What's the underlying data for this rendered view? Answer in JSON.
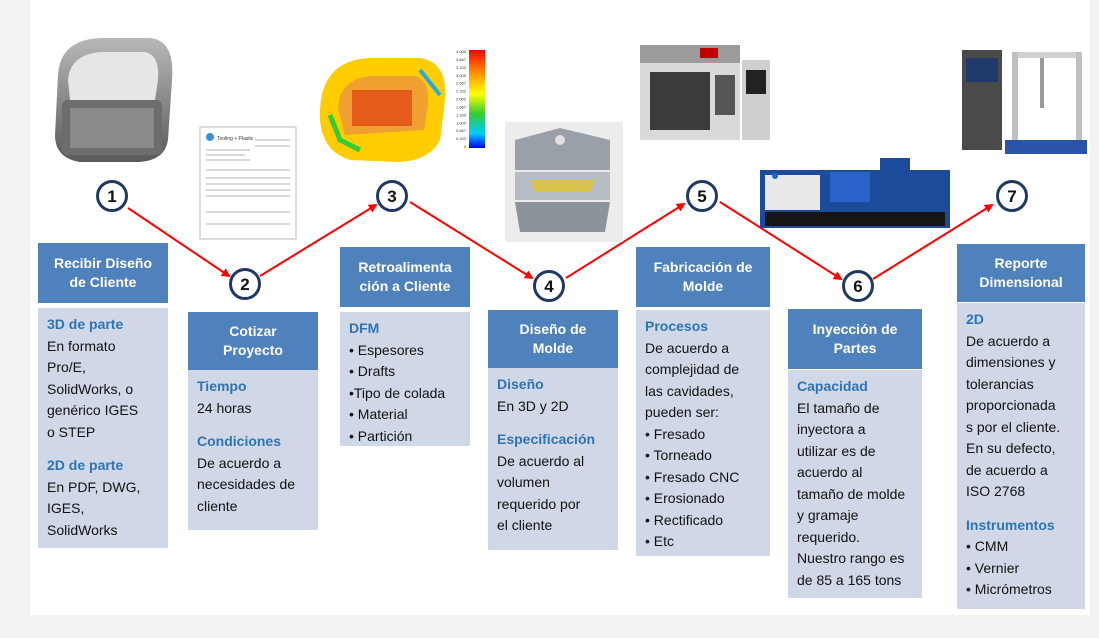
{
  "steps": [
    {
      "num": "1",
      "title": "Recibir Diseño\nde Cliente",
      "blocks": [
        {
          "heading": "3D de parte",
          "lines": [
            "En formato",
            "Pro/E,",
            "SolidWorks, o",
            "genérico IGES",
            "o STEP"
          ]
        },
        {
          "heading": "2D de parte",
          "lines": [
            "En PDF, DWG,",
            "IGES,",
            "SolidWorks"
          ]
        }
      ]
    },
    {
      "num": "2",
      "title": "Cotizar\nProyecto",
      "blocks": [
        {
          "heading": "Tiempo",
          "lines": [
            "24 horas"
          ]
        },
        {
          "heading": "Condiciones",
          "lines": [
            "De acuerdo a",
            "necesidades de",
            "cliente"
          ]
        }
      ]
    },
    {
      "num": "3",
      "title": "Retroalimenta\nción a Cliente",
      "blocks": [
        {
          "heading": "DFM",
          "lines": [
            "• Espesores",
            "• Drafts",
            "•Tipo de colada",
            "• Material",
            "• Partición"
          ]
        }
      ]
    },
    {
      "num": "4",
      "title": "Diseño de\nMolde",
      "blocks": [
        {
          "heading": "Diseño",
          "lines": [
            "En 3D y 2D"
          ]
        },
        {
          "heading": "Especificación",
          "lines": [
            "De acuerdo al",
            "volumen",
            "requerido por",
            "el cliente"
          ]
        }
      ]
    },
    {
      "num": "5",
      "title": "Fabricación de\nMolde",
      "blocks": [
        {
          "heading": "Procesos",
          "lines": [
            "De acuerdo a",
            "complejidad de",
            "las cavidades,",
            "pueden ser:",
            "• Fresado",
            "• Torneado",
            "• Fresado CNC",
            "• Erosionado",
            "• Rectificado",
            "• Etc"
          ]
        }
      ]
    },
    {
      "num": "6",
      "title": "Inyección de\nPartes",
      "blocks": [
        {
          "heading": "Capacidad",
          "lines": [
            "El tamaño de",
            "inyectora a",
            "utilizar es de",
            "acuerdo al",
            "tamaño de molde",
            "y gramaje",
            "requerido.",
            "Nuestro rango es",
            "de 85 a 165 tons"
          ]
        }
      ]
    },
    {
      "num": "7",
      "title": "Reporte\nDimensional",
      "blocks": [
        {
          "heading": "2D",
          "lines": [
            "De acuerdo a",
            "dimensiones y",
            "tolerancias",
            "proporcionada",
            "s por el cliente.",
            "En su defecto,",
            "de acuerdo a",
            "ISO 2768"
          ]
        },
        {
          "heading": "Instrumentos",
          "lines": [
            "• CMM",
            "• Vernier",
            "• Micrómetros"
          ]
        }
      ]
    }
  ],
  "quote_doc": {
    "company": "Tooling + Plastic"
  },
  "colorbar_ticks": [
    "4.000",
    "3.667",
    "3.333",
    "3.000",
    "2.667",
    "2.333",
    "2.000",
    "1.667",
    "1.333",
    "1.000",
    "0.667",
    "0.333",
    "0"
  ],
  "colors": {
    "arrow": "#ff0000",
    "header": "#4f81bd",
    "body": "#d0d8e8",
    "heading_text": "#2e74b5",
    "circle_border": "#1f3864"
  }
}
